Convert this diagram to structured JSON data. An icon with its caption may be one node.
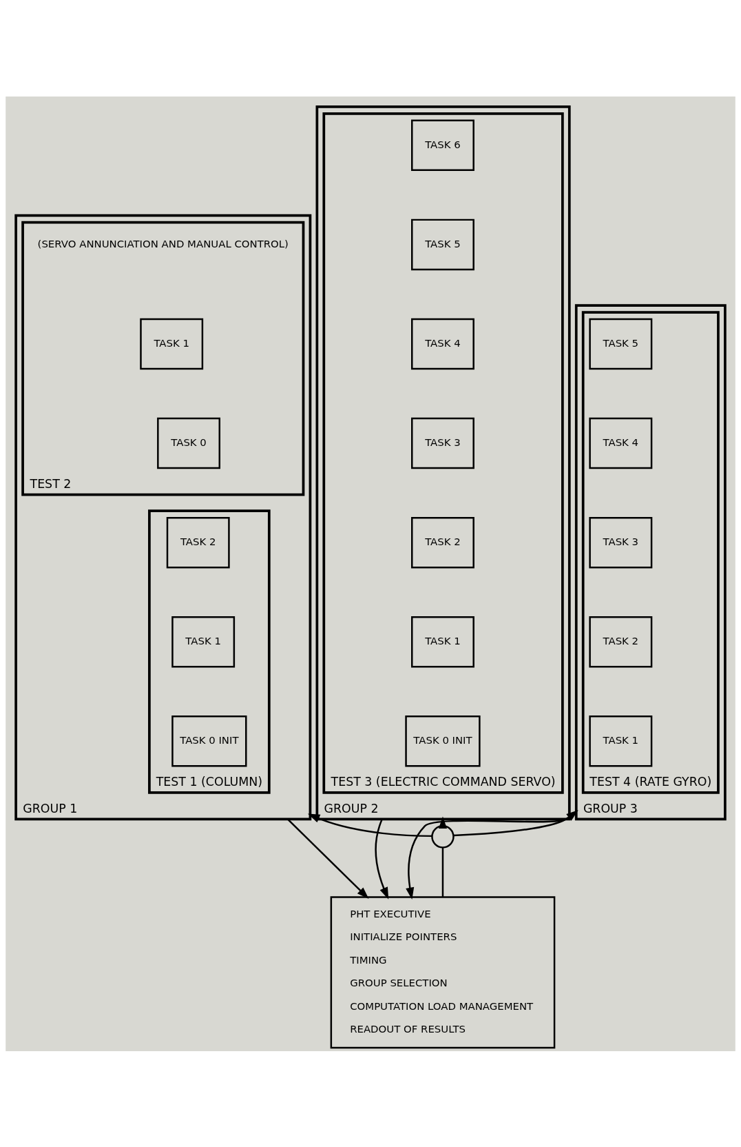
{
  "diagram": {
    "nodes": [
      {
        "text": [
          "GROUP 1"
        ]
      },
      {
        "text": [
          "TEST 1 (COLUMN)"
        ],
        "in": 0
      },
      {
        "text": [
          "TASK 0 INIT"
        ],
        "in": 1
      },
      {
        "text": [
          "TASK 1"
        ],
        "in": 1
      },
      {
        "text": [
          "TASK 2"
        ],
        "in": 1
      },
      {
        "text": [
          "TEST 2"
        ],
        "beside": [
          "(SERVO ANNUNCIATION AND MANUAL CONTROL)"
        ],
        "in": 0
      },
      {
        "text": [
          "TASK 0"
        ],
        "in": 5
      },
      {
        "text": [
          "TASK 1"
        ],
        "in": 5
      },
      {
        "text": [
          "GROUP 2"
        ]
      },
      {
        "text": [
          "TEST 3 (ELECTRIC COMMAND SERVO)"
        ],
        "in": 8
      },
      {
        "text": [
          "TASK 0 INIT"
        ],
        "in": 9
      },
      {
        "text": [
          "TASK 1"
        ],
        "in": 9
      },
      {
        "text": [
          "TASK 2"
        ],
        "in": 9
      },
      {
        "text": [
          "TASK 3"
        ],
        "in": 9
      },
      {
        "text": [
          "TASK 4"
        ],
        "in": 9
      },
      {
        "text": [
          "TASK 5"
        ],
        "in": 9
      },
      {
        "text": [
          "TASK 6"
        ],
        "in": 9
      },
      {
        "text": [
          "GROUP 3"
        ]
      },
      {
        "text": [
          "TEST 4 (RATE GYRO)"
        ],
        "in": 17
      },
      {
        "text": [
          "TASK 1"
        ],
        "in": 18
      },
      {
        "text": [
          "TASK 2"
        ],
        "in": 18
      },
      {
        "text": [
          "TASK 3"
        ],
        "in": 18
      },
      {
        "text": [
          "TASK 4"
        ],
        "in": 18
      },
      {
        "text": [
          "TASK 5"
        ],
        "in": 18
      },
      {
        "text": [
          "PHT EXECUTIVE",
          "INITIALIZE POINTERS",
          "TIMING",
          "GROUP SELECTION",
          "COMPUTATION LOAD MANAGEMENT",
          "READOUT OF RESULTS"
        ]
      },
      {
        "text": [],
        "shape": "switch"
      }
    ],
    "edges": [
      {
        "from": 24,
        "to": 25,
        "arrow": "none"
      },
      {
        "from": 25,
        "to": 0,
        "arrow": "to"
      },
      {
        "from": 25,
        "to": 8,
        "arrow": "to"
      },
      {
        "from": 25,
        "to": 17,
        "arrow": "to"
      },
      {
        "from": 0,
        "to": 24,
        "arrow": "to"
      },
      {
        "from": 8,
        "to": 24,
        "arrow": "to"
      },
      {
        "from": 17,
        "to": 24,
        "arrow": "to"
      }
    ]
  }
}
